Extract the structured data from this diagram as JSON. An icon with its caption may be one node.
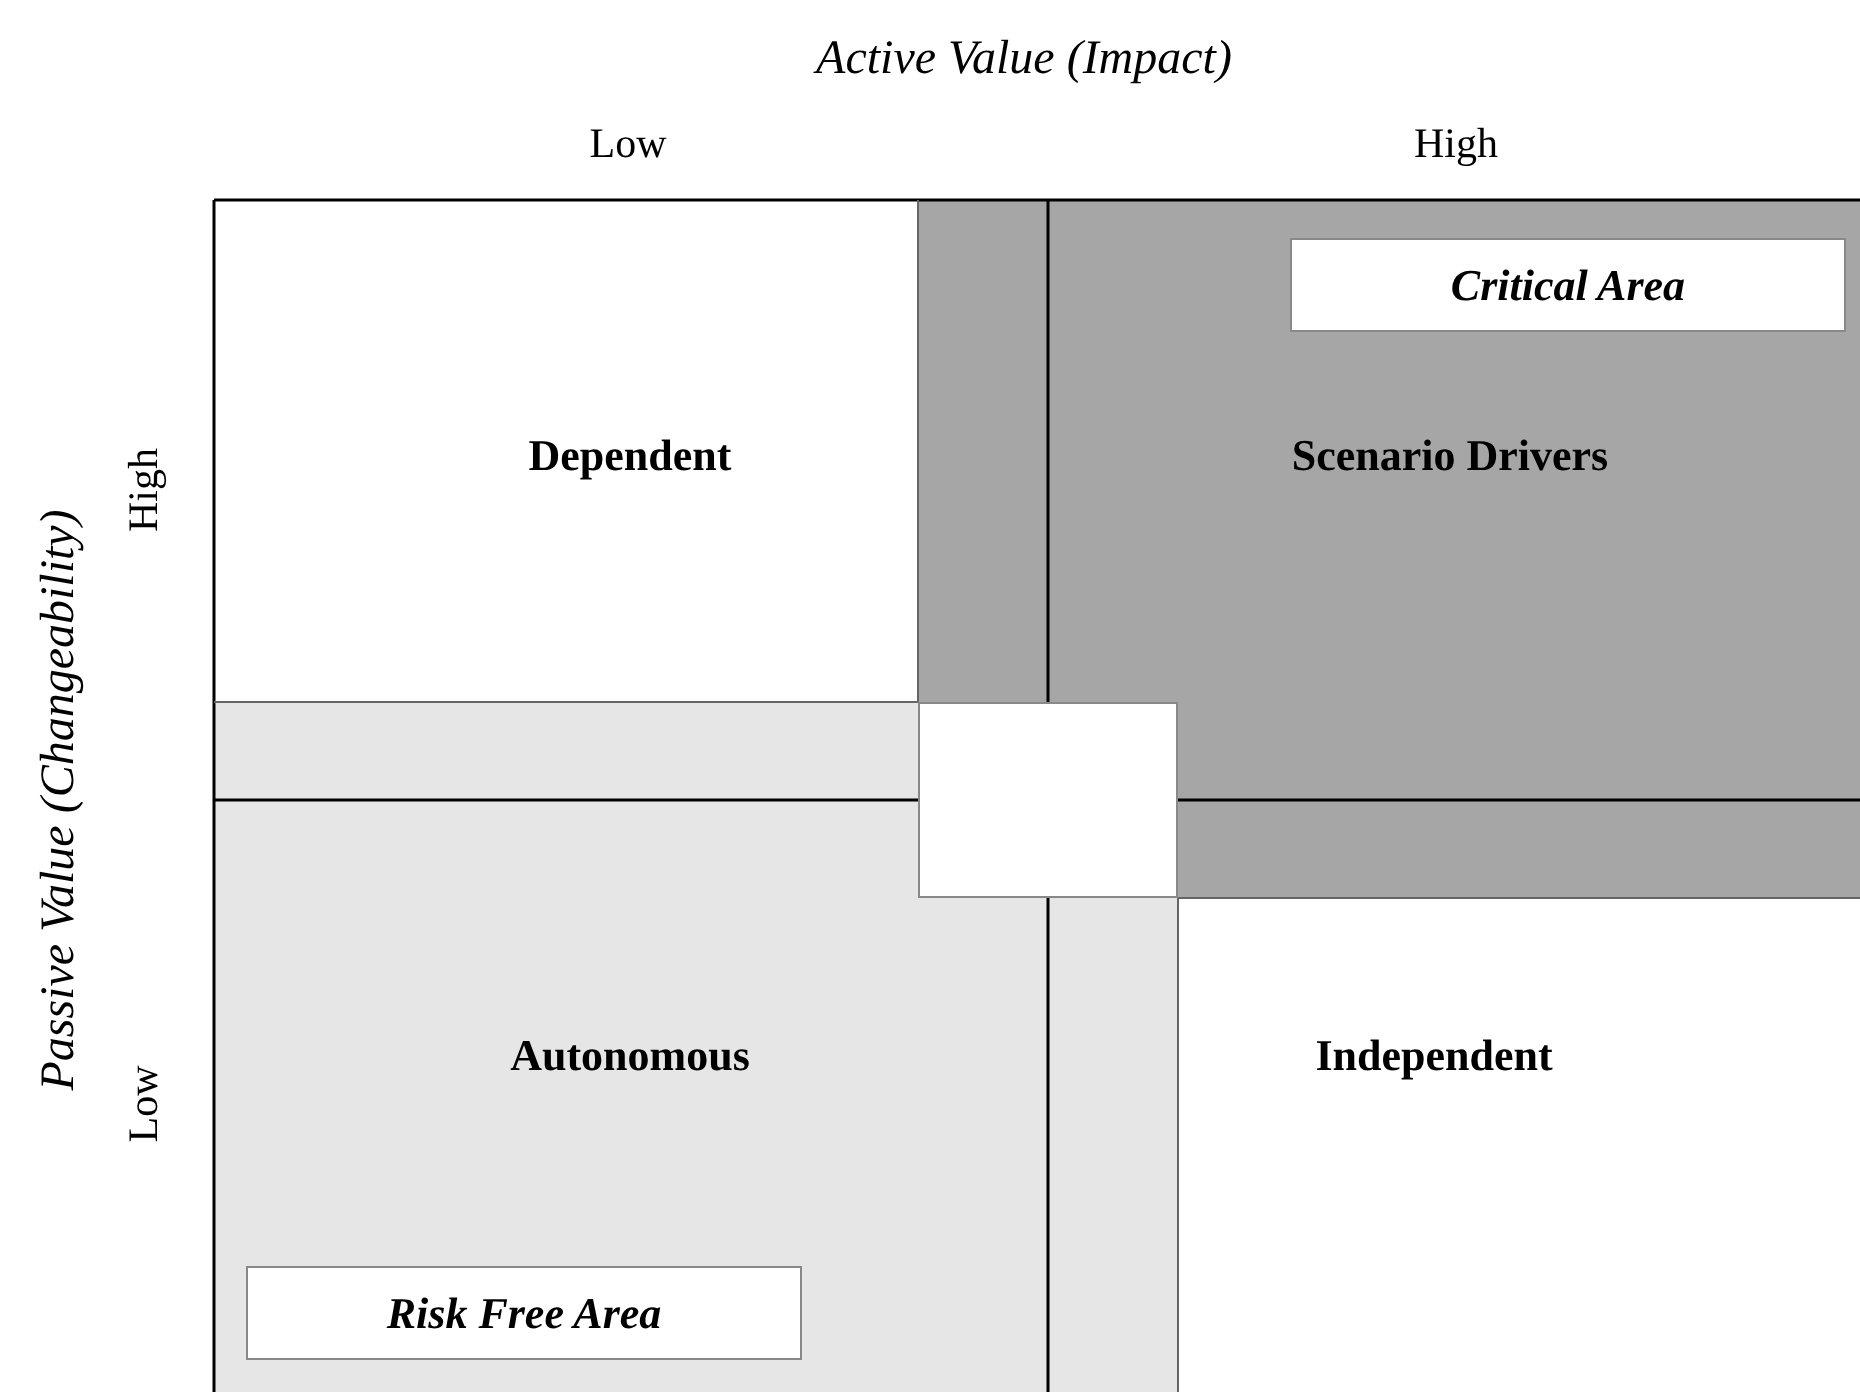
{
  "diagram": {
    "nodes": [
      {
        "text": [
          "Dependent"
        ]
      },
      {
        "text": [
          "Scenario Drivers"
        ]
      },
      {
        "text": [
          "Autonomous"
        ]
      },
      {
        "text": [
          "Independent"
        ]
      },
      {
        "text": [
          "Critical Area"
        ],
        "in": 1
      },
      {
        "text": [
          "Risk Free Area"
        ],
        "in": 2
      },
      {
        "text": [],
        "shape": "box"
      }
    ],
    "edges": [],
    "labels": [
      "Active Value (Impact)",
      "Low",
      "High",
      "Passive Value (Changeability)",
      "High",
      "Low"
    ]
  }
}
